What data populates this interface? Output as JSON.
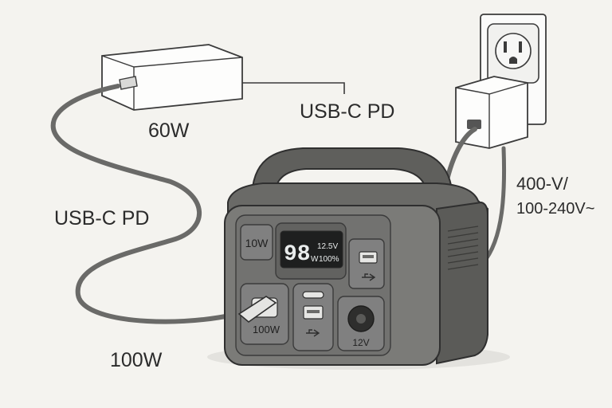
{
  "labels": {
    "adapter_power": "60W",
    "usb_c_pd_top": "USB-C PD",
    "usb_c_pd_left": "USB-C PD",
    "input_power": "100W",
    "ac_voltage": "400-V/",
    "ac_range": "100-240V~"
  },
  "station": {
    "port_10w": "10W",
    "display_big": "98",
    "display_unit": "W",
    "display_voltage": "12.5V",
    "display_percent": "100%",
    "port_100w": "100W",
    "port_12v": "12V"
  },
  "colors": {
    "background": "#f4f3ef",
    "body": "#7b7b78",
    "body_dark": "#5b5b58",
    "panel": "#6f6f6c",
    "display_bg": "#1e1f1f",
    "display_text": "#e9ecec",
    "cable": "#6a6a68",
    "adapter": "#fbfbfa",
    "outline": "#3b3b3b"
  }
}
